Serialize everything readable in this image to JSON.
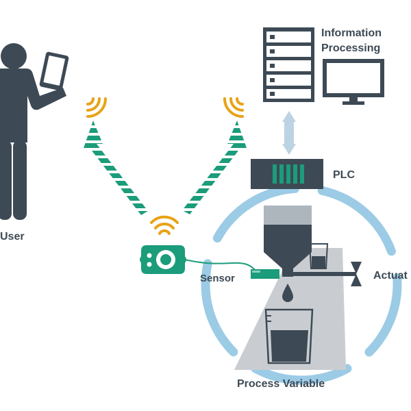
{
  "labels": {
    "user": "User",
    "information_processing_line1": "Information",
    "information_processing_line2": "Processing",
    "plc": "PLC",
    "sensor": "Sensor",
    "actuator": "Actuat",
    "process_variable": "Process Variable"
  },
  "colors": {
    "dark": "#3d4a55",
    "green": "#1b9c7a",
    "wifi": "#e8a317",
    "loop": "#9ccbe6",
    "belt": "#c9cdd1",
    "arrow": "#bcd3e3"
  },
  "icons": [
    "person-icon",
    "tablet-icon",
    "server-rack-icon",
    "monitor-icon",
    "plc-icon",
    "sensor-device-icon",
    "wifi-icon",
    "hopper-icon",
    "beaker-icon",
    "valve-icon"
  ]
}
